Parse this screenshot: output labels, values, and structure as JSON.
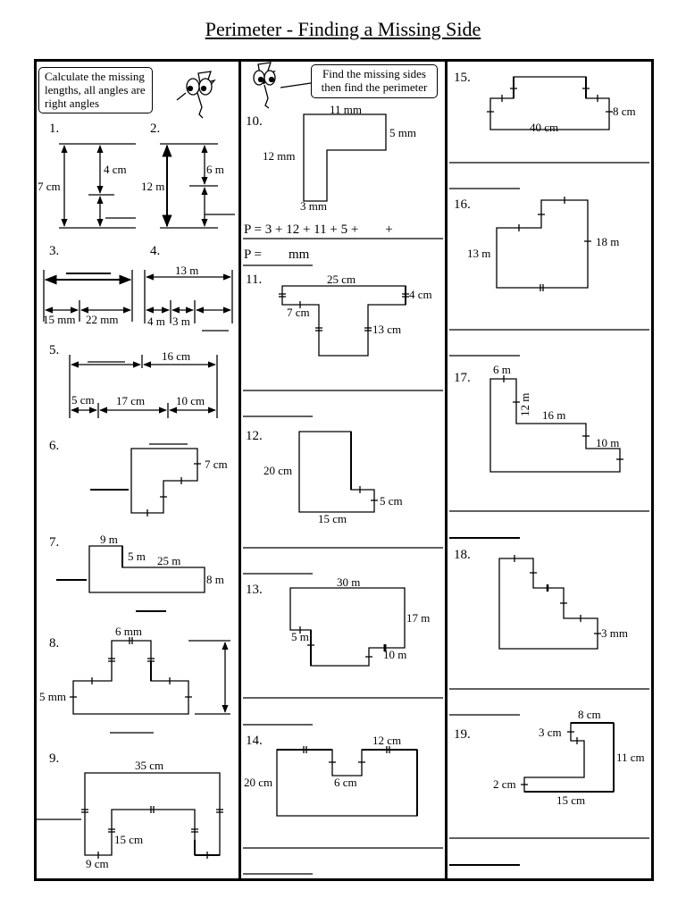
{
  "title": "Perimeter - Finding a Missing Side",
  "instructions": {
    "left": "Calculate the missing lengths, all angles are right angles",
    "right": "Find the missing sides then find the perimeter"
  },
  "problem_numbers": [
    "1.",
    "2.",
    "3.",
    "4.",
    "5.",
    "6.",
    "7.",
    "8.",
    "9.",
    "10.",
    "11.",
    "12.",
    "13.",
    "14.",
    "15.",
    "16.",
    "17.",
    "18.",
    "19."
  ],
  "p1": {
    "total": "7 cm",
    "part": "4 cm"
  },
  "p2": {
    "total": "12 m",
    "part": "6 m"
  },
  "p3": {
    "a": "15 mm",
    "b": "22 mm"
  },
  "p4": {
    "total": "13 m",
    "a": "4 m",
    "b": "3 m"
  },
  "p5": {
    "top": "16 cm",
    "a": "5 cm",
    "b": "17 cm",
    "c": "10 cm"
  },
  "p6": {
    "side": "7 cm"
  },
  "p7": {
    "a": "9 m",
    "b": "5 m",
    "c": "25 m",
    "d": "8 m"
  },
  "p8": {
    "top": "6 mm",
    "side": "5 mm"
  },
  "p9": {
    "top": "35 cm",
    "inner": "15 cm",
    "bottom": "9 cm"
  },
  "p10": {
    "top": "11 mm",
    "right": "5 mm",
    "left": "12 mm",
    "bottom": "3 mm",
    "formula": "P = 3 + 12 + 11 + 5 +        +",
    "answer_prefix": "P =",
    "answer_unit": "mm"
  },
  "p11": {
    "top": "25 cm",
    "right": "4 cm",
    "left": "7 cm",
    "stem": "13 cm"
  },
  "p12": {
    "left": "20 cm",
    "right": "5 cm",
    "bottom": "15 cm"
  },
  "p13": {
    "top": "30 m",
    "right": "17 m",
    "left": "5 m",
    "bottom": "10 m"
  },
  "p14": {
    "right": "12 cm",
    "left": "20 cm",
    "notch": "6 cm"
  },
  "p15": {
    "right": "8 cm",
    "bottom": "40 cm"
  },
  "p16": {
    "left": "13 m",
    "right": "18 m"
  },
  "p17": {
    "top": "6 m",
    "step1": "12 m",
    "step2": "16 m",
    "step3": "10 m"
  },
  "p18": {
    "right": "3 mm"
  },
  "p19": {
    "top": "8 cm",
    "step": "3 cm",
    "right": "11 cm",
    "left": "2 cm",
    "bottom": "15 cm"
  }
}
